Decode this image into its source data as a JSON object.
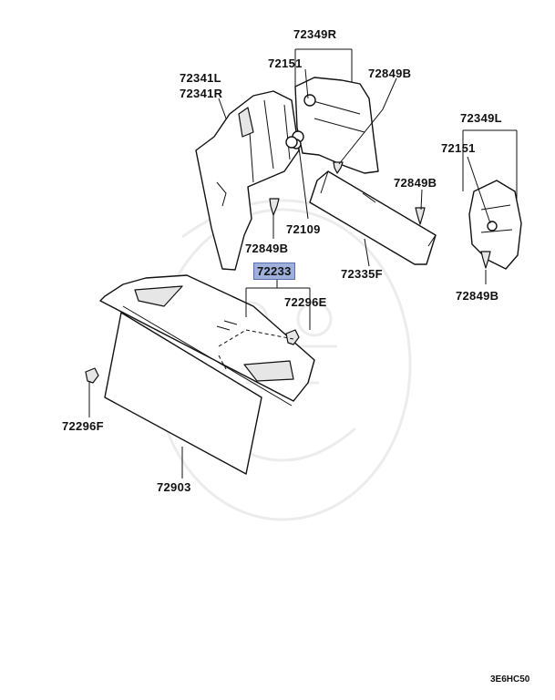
{
  "labels": {
    "l72349R": "72349R",
    "l72151a": "72151",
    "l72849Ba": "72849B",
    "l72341L": "72341L",
    "l72341R": "72341R",
    "l72849Bb": "72849B",
    "l72349L": "72349L",
    "l72151b": "72151",
    "l72109": "72109",
    "l72849Bc": "72849B",
    "l72335F": "72335F",
    "l72849Bd": "72849B",
    "l72233": "72233",
    "l72296Ea": "72296E",
    "l72296Fa": "72296F",
    "l72903": "72903"
  },
  "reference_code": "3E6HC50",
  "highlight_color": "#9fb0dd"
}
